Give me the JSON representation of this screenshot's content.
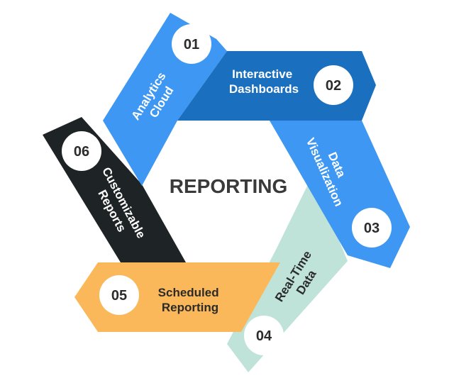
{
  "title": "REPORTING",
  "segments": [
    {
      "number": "01",
      "lines": [
        "Analytics",
        "Cloud"
      ],
      "color": "#3d97f3"
    },
    {
      "number": "02",
      "lines": [
        "Interactive",
        "Dashboards"
      ],
      "color": "#1b6fbf"
    },
    {
      "number": "03",
      "lines": [
        "Data",
        "Visualization"
      ],
      "color": "#3d97f3"
    },
    {
      "number": "04",
      "lines": [
        "Real-Time",
        "Data"
      ],
      "color": "#bfe3d9"
    },
    {
      "number": "05",
      "lines": [
        "Scheduled",
        "Reporting"
      ],
      "color": "#fbb85a"
    },
    {
      "number": "06",
      "lines": [
        "Customizable",
        "Reports"
      ],
      "color": "#1e2326"
    }
  ]
}
